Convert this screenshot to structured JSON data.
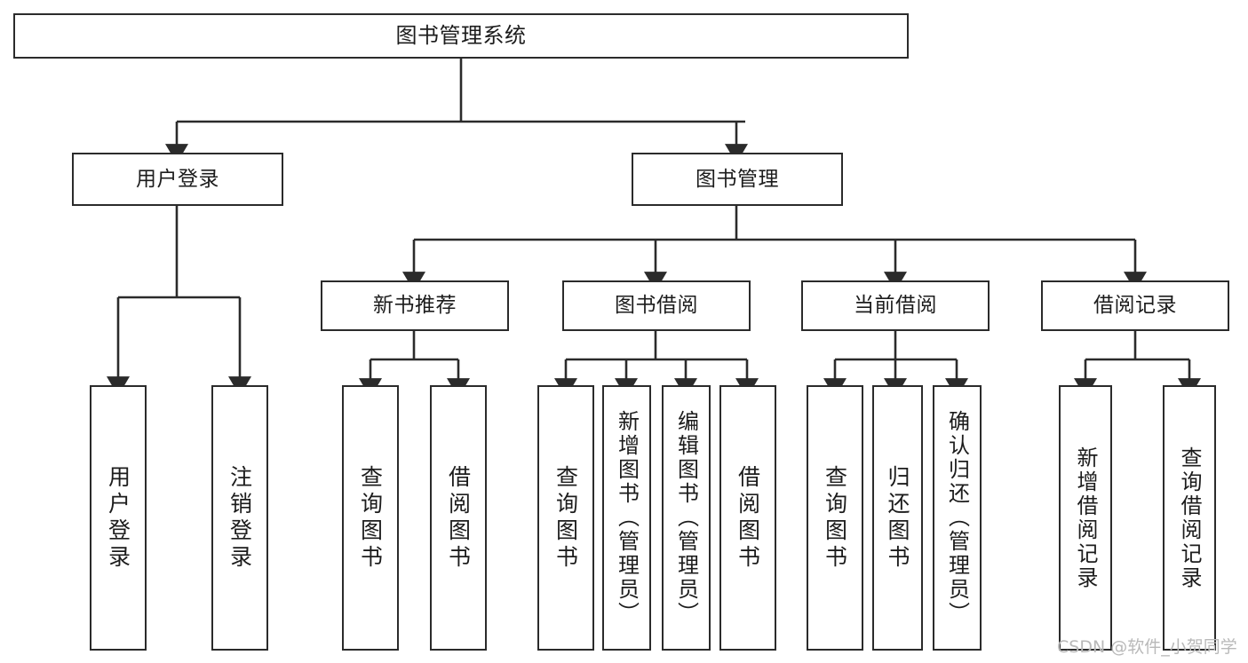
{
  "diagram": {
    "title": "图书管理系统",
    "type": "tree-structure-chart",
    "watermark": "CSDN @软件_小贺同学",
    "colors": {
      "stroke": "#2b2b2b",
      "fill": "#ffffff",
      "text": "#1c1c1c",
      "watermark": "#b9b9b9"
    },
    "nodes": {
      "root": {
        "label": "图书管理系统"
      },
      "level2": [
        {
          "id": "user-login",
          "label": "用户登录"
        },
        {
          "id": "book-manage",
          "label": "图书管理"
        }
      ],
      "level3": [
        {
          "id": "new-book-rec",
          "label": "新书推荐"
        },
        {
          "id": "book-borrow",
          "label": "图书借阅"
        },
        {
          "id": "current-borrow",
          "label": "当前借阅"
        },
        {
          "id": "borrow-record",
          "label": "借阅记录"
        }
      ],
      "leaves": [
        {
          "id": "leaf-user-login",
          "label": "用户登录",
          "parent": "user-login"
        },
        {
          "id": "leaf-user-logout",
          "label": "注销登录",
          "parent": "user-login"
        },
        {
          "id": "leaf-query-book-1",
          "label": "查询图书",
          "parent": "new-book-rec"
        },
        {
          "id": "leaf-borrow-book-1",
          "label": "借阅图书",
          "parent": "new-book-rec"
        },
        {
          "id": "leaf-query-book-2",
          "label": "查询图书",
          "parent": "book-borrow"
        },
        {
          "id": "leaf-add-book",
          "label": "新增图书（管理员）",
          "parent": "book-borrow"
        },
        {
          "id": "leaf-edit-book",
          "label": "编辑图书（管理员）",
          "parent": "book-borrow"
        },
        {
          "id": "leaf-borrow-book-2",
          "label": "借阅图书",
          "parent": "book-borrow"
        },
        {
          "id": "leaf-query-book-3",
          "label": "查询图书",
          "parent": "current-borrow"
        },
        {
          "id": "leaf-return-book",
          "label": "归还图书",
          "parent": "current-borrow"
        },
        {
          "id": "leaf-confirm-return",
          "label": "确认归还（管理员）",
          "parent": "current-borrow"
        },
        {
          "id": "leaf-add-record",
          "label": "新增借阅记录",
          "parent": "borrow-record"
        },
        {
          "id": "leaf-query-record",
          "label": "查询借阅记录",
          "parent": "borrow-record"
        }
      ]
    }
  }
}
